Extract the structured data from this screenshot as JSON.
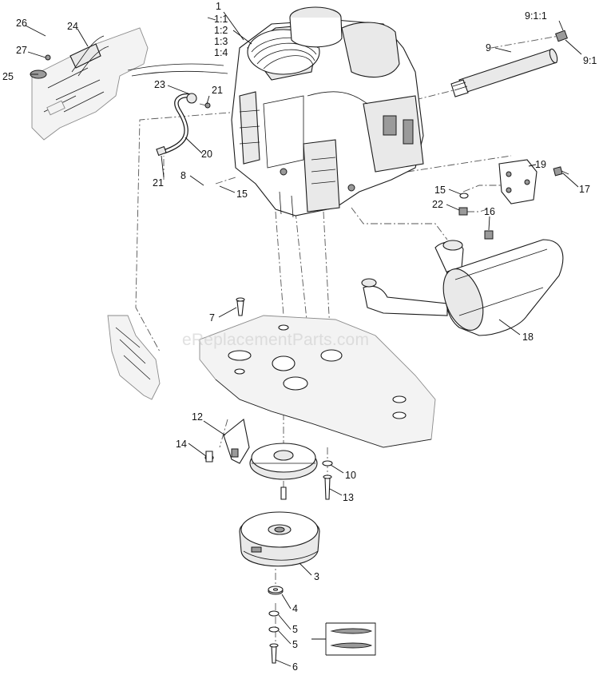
{
  "watermark": "eReplacementParts.com",
  "callouts": {
    "c1": "1",
    "c1_1": "1:1",
    "c1_2": "1:2",
    "c1_3": "1:3",
    "c1_4": "1:4",
    "c3": "3",
    "c4": "4",
    "c5a": "5",
    "c5b": "5",
    "c6": "6",
    "c7": "7",
    "c8": "8",
    "c9": "9",
    "c9_1_1": "9:1:1",
    "c9_1": "9:1",
    "c10": "10",
    "c12": "12",
    "c13": "13",
    "c14": "14",
    "c15a": "15",
    "c15b": "15",
    "c16": "16",
    "c17": "17",
    "c18": "18",
    "c19": "19",
    "c20": "20",
    "c21a": "21",
    "c21b": "21",
    "c22": "22",
    "c23": "23",
    "c24": "24",
    "c25": "25",
    "c26": "26",
    "c27": "27"
  },
  "colors": {
    "line": "#1a1a1a",
    "watermark": "#c8c8c8"
  }
}
